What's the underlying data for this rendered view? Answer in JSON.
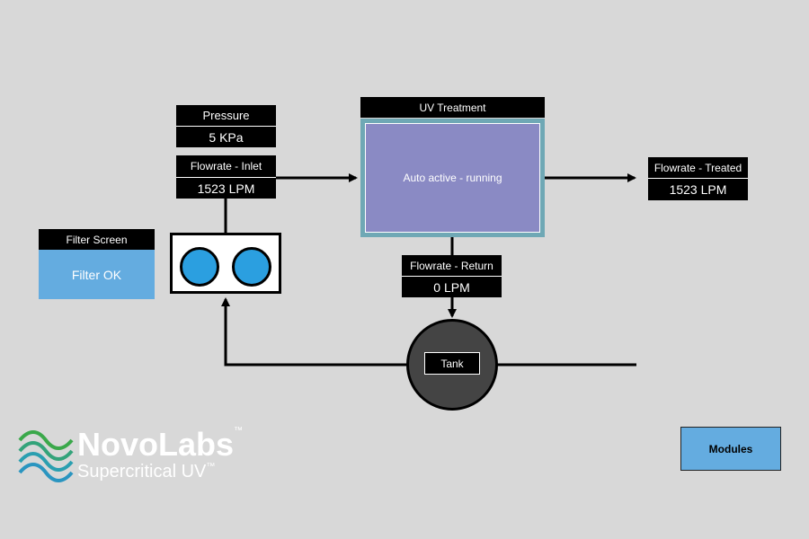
{
  "pressure": {
    "label": "Pressure",
    "value": "5 KPa"
  },
  "flow_inlet": {
    "label": "Flowrate - Inlet",
    "value": "1523 LPM"
  },
  "uv_treatment": {
    "label": "UV Treatment",
    "status": "Auto active - running"
  },
  "flow_treated": {
    "label": "Flowrate - Treated",
    "value": "1523 LPM"
  },
  "flow_return": {
    "label": "Flowrate - Return",
    "value": "0 LPM"
  },
  "filter_screen": {
    "label": "Filter Screen",
    "status": "Filter OK"
  },
  "tank": {
    "label": "Tank"
  },
  "modules_button": {
    "label": "Modules"
  },
  "logo": {
    "name": "NovoLabs",
    "tm1": "™",
    "subtitle": "Supercritical UV",
    "tm2": "™"
  },
  "colors": {
    "background": "#d8d8d8",
    "uv_panel": "#8a8ac4",
    "uv_border": "#6fa8b5",
    "filter_ok": "#64ace0",
    "pump_circle": "#2b9fe0",
    "logo_green": "#3aa84a",
    "logo_teal": "#2a9fb0"
  }
}
